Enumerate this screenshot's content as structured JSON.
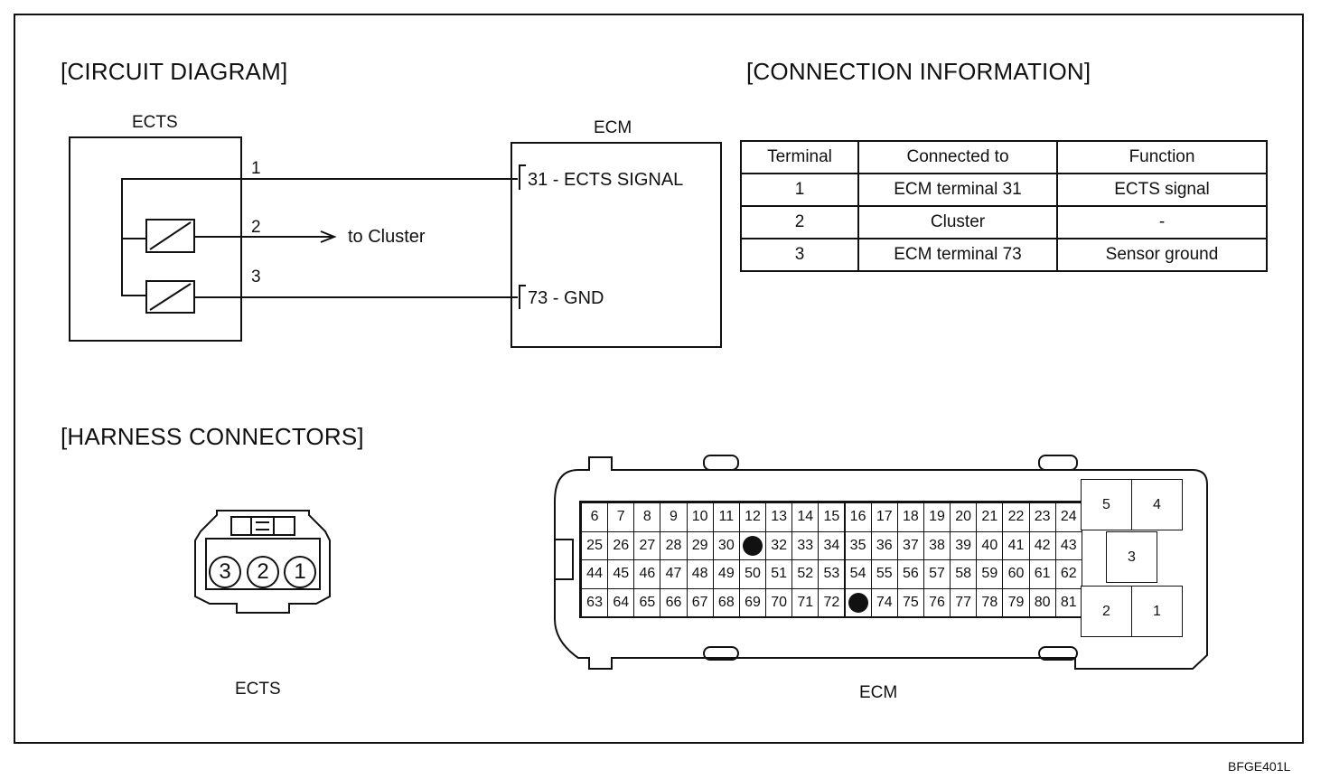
{
  "headings": {
    "circuit": "[CIRCUIT DIAGRAM]",
    "connection": "[CONNECTION INFORMATION]",
    "harness": "[HARNESS CONNECTORS]"
  },
  "circuit": {
    "ects_label": "ECTS",
    "ecm_label": "ECM",
    "wire_numbers": [
      "1",
      "2",
      "3"
    ],
    "to_cluster": "to Cluster",
    "ecm_terminal_signal": "31 - ECTS SIGNAL",
    "ecm_terminal_gnd": "73 - GND"
  },
  "connection_table": {
    "headers": [
      "Terminal",
      "Connected to",
      "Function"
    ],
    "rows": [
      [
        "1",
        "ECM terminal 31",
        "ECTS signal"
      ],
      [
        "2",
        "Cluster",
        "-"
      ],
      [
        "3",
        "ECM terminal 73",
        "Sensor ground"
      ]
    ]
  },
  "harness": {
    "ects_connector_label": "ECTS",
    "ects_pins": [
      "3",
      "2",
      "1"
    ],
    "ecm_connector_label": "ECM",
    "ecm_pin_rows": [
      [
        "6",
        "7",
        "8",
        "9",
        "10",
        "11",
        "12",
        "13",
        "14",
        "15",
        "16",
        "17",
        "18",
        "19",
        "20",
        "21",
        "22",
        "23",
        "24"
      ],
      [
        "25",
        "26",
        "27",
        "28",
        "29",
        "30",
        "",
        "32",
        "33",
        "34",
        "35",
        "36",
        "37",
        "38",
        "39",
        "40",
        "41",
        "42",
        "43"
      ],
      [
        "44",
        "45",
        "46",
        "47",
        "48",
        "49",
        "50",
        "51",
        "52",
        "53",
        "54",
        "55",
        "56",
        "57",
        "58",
        "59",
        "60",
        "61",
        "62"
      ],
      [
        "63",
        "64",
        "65",
        "66",
        "67",
        "68",
        "69",
        "70",
        "71",
        "72",
        "",
        "74",
        "75",
        "76",
        "77",
        "78",
        "79",
        "80",
        "81"
      ]
    ],
    "ecm_block_pins": [
      "5",
      "4",
      "3",
      "2",
      "1"
    ]
  },
  "figure_code": "BFGE401L"
}
